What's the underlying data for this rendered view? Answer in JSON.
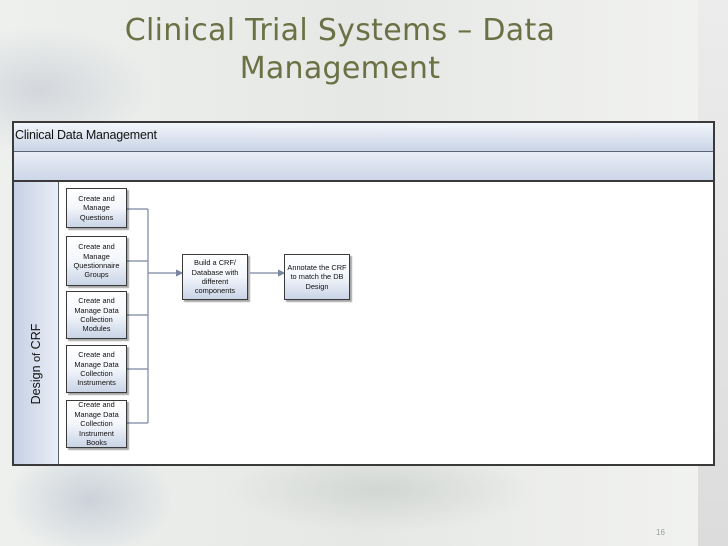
{
  "slide": {
    "title_line1": "Clinical Trial Systems – Data",
    "title_line2": "Management",
    "page_number": "16"
  },
  "diagram": {
    "header_title": "Clinical Data Management",
    "lane_label": "Design of CRF",
    "lane_label_parts": [
      "Design ",
      "of",
      " CRF"
    ],
    "left_boxes": [
      "Create and Manage Questions",
      "Create and Manage Questionnaire Groups",
      "Create and Manage Data Collection Modules",
      "Create and Manage Data Collection Instruments",
      "Create and Manage Data Collection Instrument Books"
    ],
    "middle_box": "Build a CRF/ Database with different components",
    "right_box": "Annotate the CRF to match the DB Design"
  },
  "colors": {
    "title": "#6b7144",
    "node_border": "#3a3a3a",
    "node_gradient_bottom": "#c9d4e6",
    "connector": "#7a86a0"
  }
}
